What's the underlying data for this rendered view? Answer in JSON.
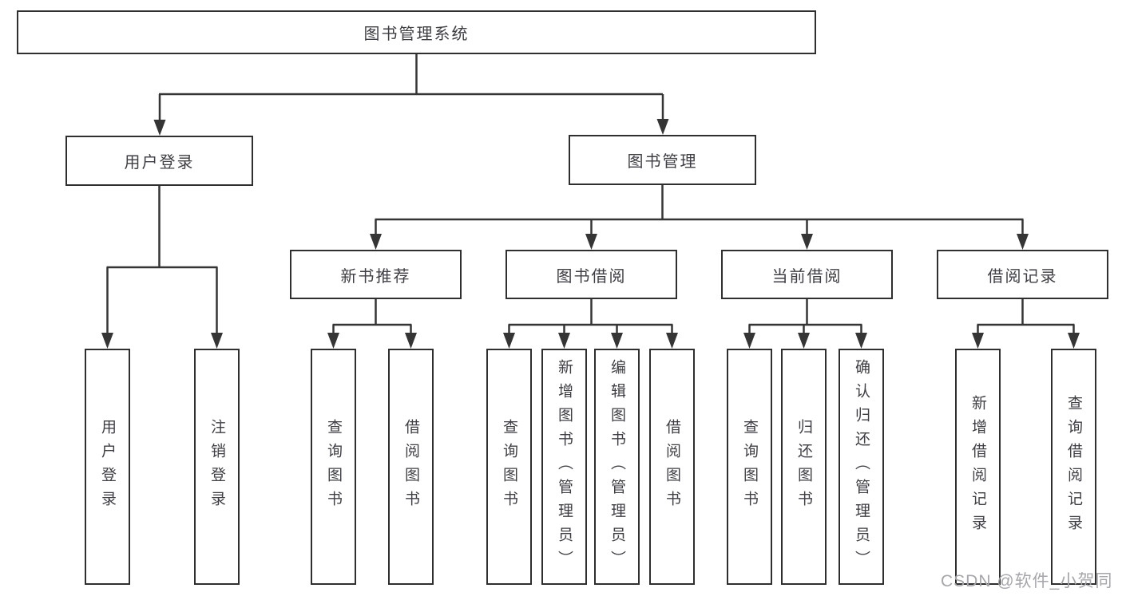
{
  "diagram": {
    "root": {
      "label": "图书管理系统"
    },
    "level2": {
      "user_login": "用户登录",
      "book_mgmt": "图书管理"
    },
    "level3": {
      "new_book_rec": "新书推荐",
      "book_borrow": "图书借阅",
      "current_borrow": "当前借阅",
      "borrow_record": "借阅记录"
    },
    "leaves": {
      "user_login_leaf": "用户登录",
      "logout_leaf": "注销登录",
      "nbr_query": "查询图书",
      "nbr_borrow": "借阅图书",
      "bb_query": "查询图书",
      "bb_add": "新增图书（管理员）",
      "bb_edit": "编辑图书（管理员）",
      "bb_borrow": "借阅图书",
      "cb_query": "查询图书",
      "cb_return": "归还图书",
      "cb_confirm": "确认归还（管理员）",
      "br_add": "新增借阅记录",
      "br_query": "查询借阅记录"
    },
    "colors": {
      "line": "#353535",
      "border": "#2f2f2f",
      "text": "#3e3e44",
      "watermark": "#a6a6ab"
    },
    "watermark": "CSDN @软件_小贺同学"
  }
}
